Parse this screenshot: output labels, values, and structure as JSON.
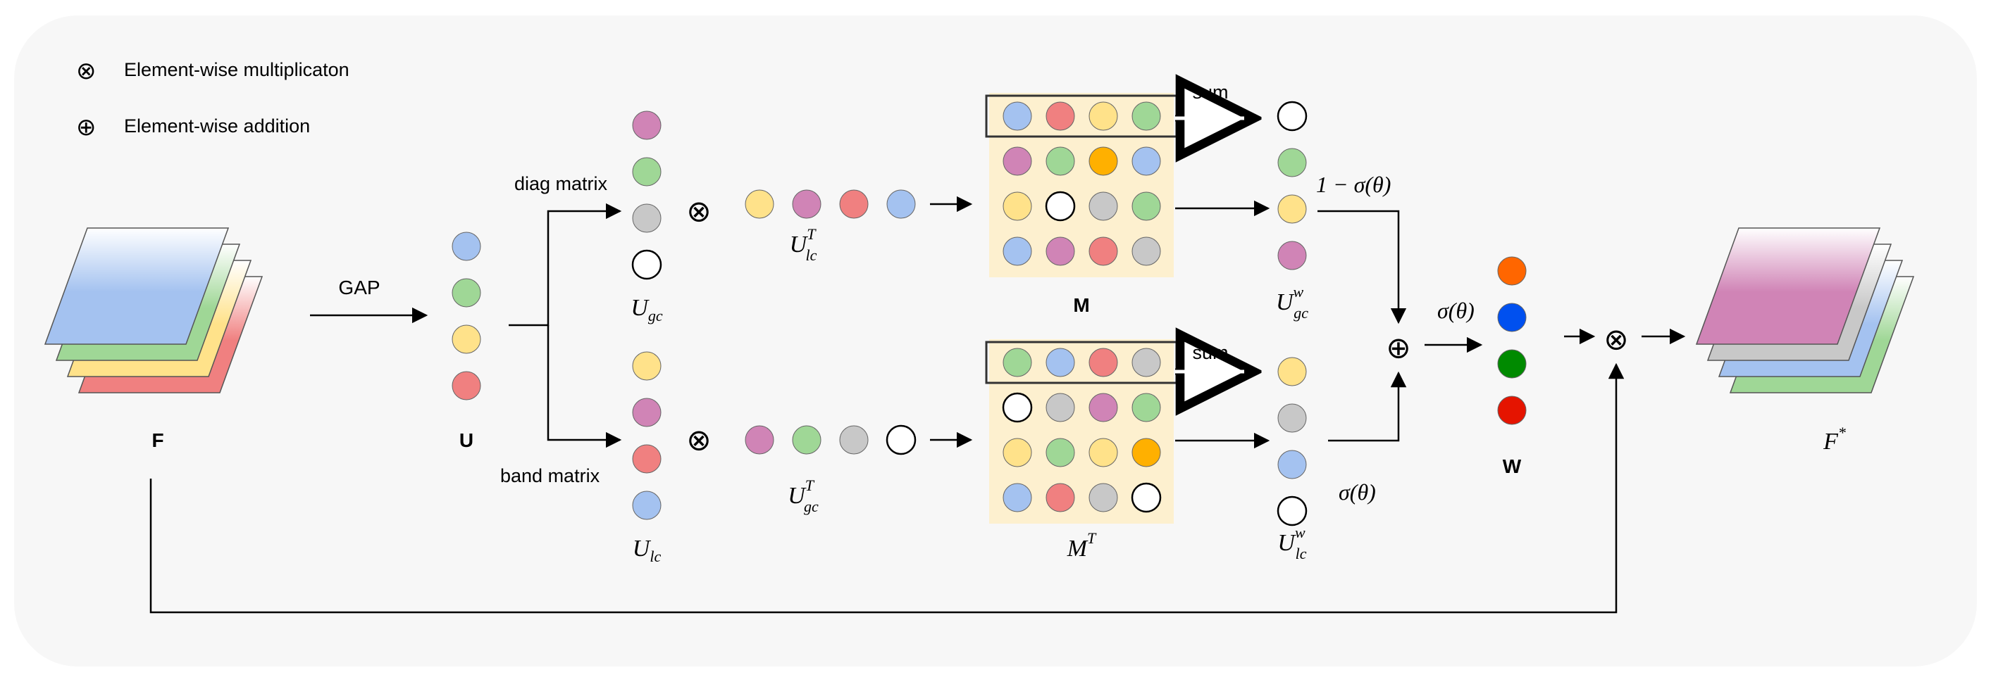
{
  "legend": {
    "multiply_symbol": "⊗",
    "multiply_text": "Element-wise multiplicaton",
    "add_symbol": "⊕",
    "add_text": "Element-wise addition"
  },
  "labels": {
    "F": "F",
    "GAP": "GAP",
    "U": "U",
    "diag": "diag matrix",
    "band": "band matrix",
    "Ugc_base": "U",
    "Ugc_sub": "gc",
    "Ulc_base": "U",
    "Ulc_sub": "lc",
    "UlcT_base": "U",
    "UlcT_sub": "lc",
    "UlcT_sup": "T",
    "UgcT_base": "U",
    "UgcT_sub": "gc",
    "UgcT_sup": "T",
    "M": "M",
    "MT_base": "M",
    "MT_sup": "T",
    "sum1": "sum",
    "sum2": "sum",
    "Ugcw_base": "U",
    "Ugcw_sub": "gc",
    "Ugcw_sup": "w",
    "Ulcw_base": "U",
    "Ulcw_sub": "lc",
    "Ulcw_sup": "w",
    "one_minus_sigma": "1 − σ(θ)",
    "sigma_top": "σ(θ)",
    "sigma_bottom": "σ(θ)",
    "W": "W",
    "Fstar_base": "F",
    "Fstar_sup": "*",
    "op_mult": "⊗",
    "op_add": "⊕"
  },
  "colors": {
    "pink": "#d084b6",
    "green": "#9fd796",
    "gray": "#c8c8c8",
    "white": "#ffffff",
    "yellow": "#ffe28a",
    "blue": "#a4c2f0",
    "red": "#f08080",
    "orange": "#ffb000",
    "w_orange": "#ff6600",
    "w_blue": "#0050ef",
    "w_green": "#008a00",
    "w_red": "#e51400",
    "matrix_bg": "#fdf0cf",
    "panel_bg": "#f7f7f7"
  },
  "vectors": {
    "U": [
      "blue",
      "green",
      "yellow",
      "red"
    ],
    "Ugc": [
      "pink",
      "green",
      "gray",
      "white"
    ],
    "Ulc": [
      "yellow",
      "pink",
      "red",
      "blue"
    ],
    "UlcT": [
      "yellow",
      "pink",
      "red",
      "blue"
    ],
    "UgcT": [
      "pink",
      "green",
      "gray",
      "white"
    ],
    "Ugcw": [
      "white",
      "green",
      "yellow",
      "pink"
    ],
    "Ulcw": [
      "yellow",
      "gray",
      "blue",
      "white"
    ],
    "W": [
      "w_orange",
      "w_blue",
      "w_green",
      "w_red"
    ]
  },
  "matrices": {
    "M": [
      [
        "blue",
        "red",
        "yellow",
        "green"
      ],
      [
        "pink",
        "green",
        "orange",
        "blue"
      ],
      [
        "yellow",
        "white",
        "gray",
        "green"
      ],
      [
        "blue",
        "pink",
        "red",
        "gray"
      ]
    ],
    "MT": [
      [
        "green",
        "blue",
        "red",
        "gray"
      ],
      [
        "white",
        "gray",
        "pink",
        "green"
      ],
      [
        "yellow",
        "green",
        "yellow",
        "orange"
      ],
      [
        "blue",
        "red",
        "gray",
        "white"
      ]
    ]
  },
  "stacks": {
    "F": [
      "red",
      "yellow",
      "green",
      "blue"
    ],
    "Fstar": [
      "green",
      "blue",
      "gray",
      "pink"
    ]
  }
}
